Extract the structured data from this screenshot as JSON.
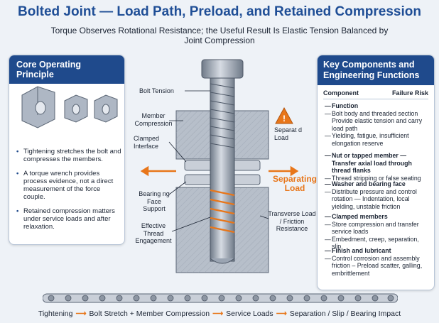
{
  "title": "Bolted Joint — Load Path, Preload, and Retained Compression",
  "subtitle": "Torque Observes Rotational Resistance; the Useful Result Is Elastic Tension Balanced by Joint Compression",
  "left_panel": {
    "heading": "Core Operating Principle",
    "bullets": [
      "Tightening stretches the bolt and compresses the members.",
      "A torque wrench provides process evidence, not a direct measurement of the force couple.",
      "Retained compression matters under service loads and after relaxation."
    ]
  },
  "diagram_labels": {
    "bolt_tension": "Bolt Tension",
    "member_compression": "Member Compression",
    "clamped_interface": "Clamped Interface",
    "bearing_face_support": "Bearing ng Face Support",
    "effective_thread_engagement": "Effective Thread Engagement",
    "separated_load": "Separat d Load",
    "separating_load": "Separating Load",
    "transverse_load": "Transverse Load / Friction Resistance"
  },
  "right_panel": {
    "heading": "Key Components and Engineering Functions",
    "col_component": "Component",
    "col_failure": "Failure Risk",
    "sections": [
      {
        "title": "Function",
        "items": [
          "Bolt body and threaded section Provide elastic tension and carry load path",
          "Yielding, fatigue, insufficient elongation reserve"
        ]
      },
      {
        "title": "Nut or tapped member — Transfer axial load through thread flanks",
        "items": [
          "Thread stripping or false seating"
        ]
      },
      {
        "title": "Washer and bearing face",
        "items": [
          "Distribute pressure and control rotation — Indentation, local yielding, unstable friction"
        ]
      },
      {
        "title": "Clamped members",
        "items": [
          "Store compression and transfer service loads",
          "Embedment, creep, separation, slip"
        ]
      },
      {
        "title": "Finish and lubricant",
        "items": [
          "Control corrosion and assembly friction – Preload scatter, galling, embrittlement"
        ]
      }
    ]
  },
  "flow": {
    "steps": [
      "Tightening",
      "Bolt Stretch + Member Compression",
      "Service Loads",
      "Separation / Slip / Bearing Impact"
    ]
  },
  "colors": {
    "navy": "#1f4a8c",
    "title_blue": "#1f4e96",
    "orange": "#e8761a",
    "steel": "#9aa4b2"
  },
  "icons": [
    "warning-icon",
    "bolt-illustration",
    "nut-illustrations",
    "chain-icon"
  ]
}
